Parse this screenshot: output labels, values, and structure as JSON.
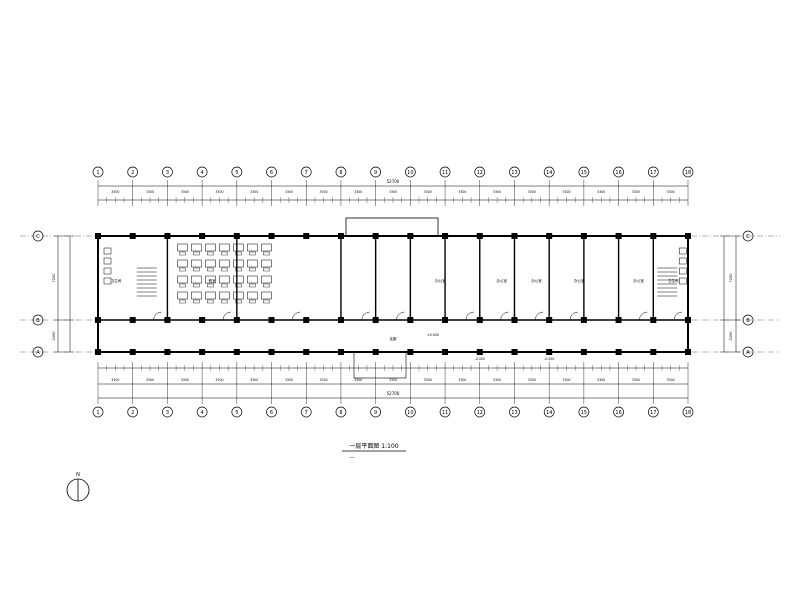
{
  "drawing": {
    "title": "一层平面图 1:100",
    "subtitle": "—",
    "north_label": "N",
    "overall_dimension": "52700",
    "top_axis_labels": [
      "1",
      "2",
      "3",
      "4",
      "5",
      "6",
      "7",
      "8",
      "9",
      "10",
      "11",
      "12",
      "13",
      "14",
      "15",
      "16",
      "17",
      "18"
    ],
    "bottom_axis_labels": [
      "1",
      "2",
      "3",
      "4",
      "5",
      "6",
      "7",
      "8",
      "9",
      "10",
      "11",
      "12",
      "13",
      "14",
      "15",
      "16",
      "17",
      "18"
    ],
    "side_axis_labels": [
      "C",
      "B",
      "A"
    ],
    "top_bay_dimensions": [
      "3300",
      "3300",
      "3300",
      "3300",
      "3300",
      "3300",
      "3300",
      "3300",
      "3300",
      "3300",
      "3300",
      "3300",
      "3300",
      "3300",
      "3300",
      "3300",
      "3300"
    ],
    "left_dimensions": [
      "7200",
      "2400"
    ],
    "right_dimensions": [
      "7200",
      "2400"
    ],
    "room_labels": [
      "卫生间",
      "教室",
      "办公室",
      "办公室",
      "办公室",
      "办公室",
      "办公室",
      "卫生间"
    ],
    "elevation_labels": [
      "±0.000",
      "-0.450",
      "-0.450"
    ],
    "corridor_label": "走廊"
  }
}
